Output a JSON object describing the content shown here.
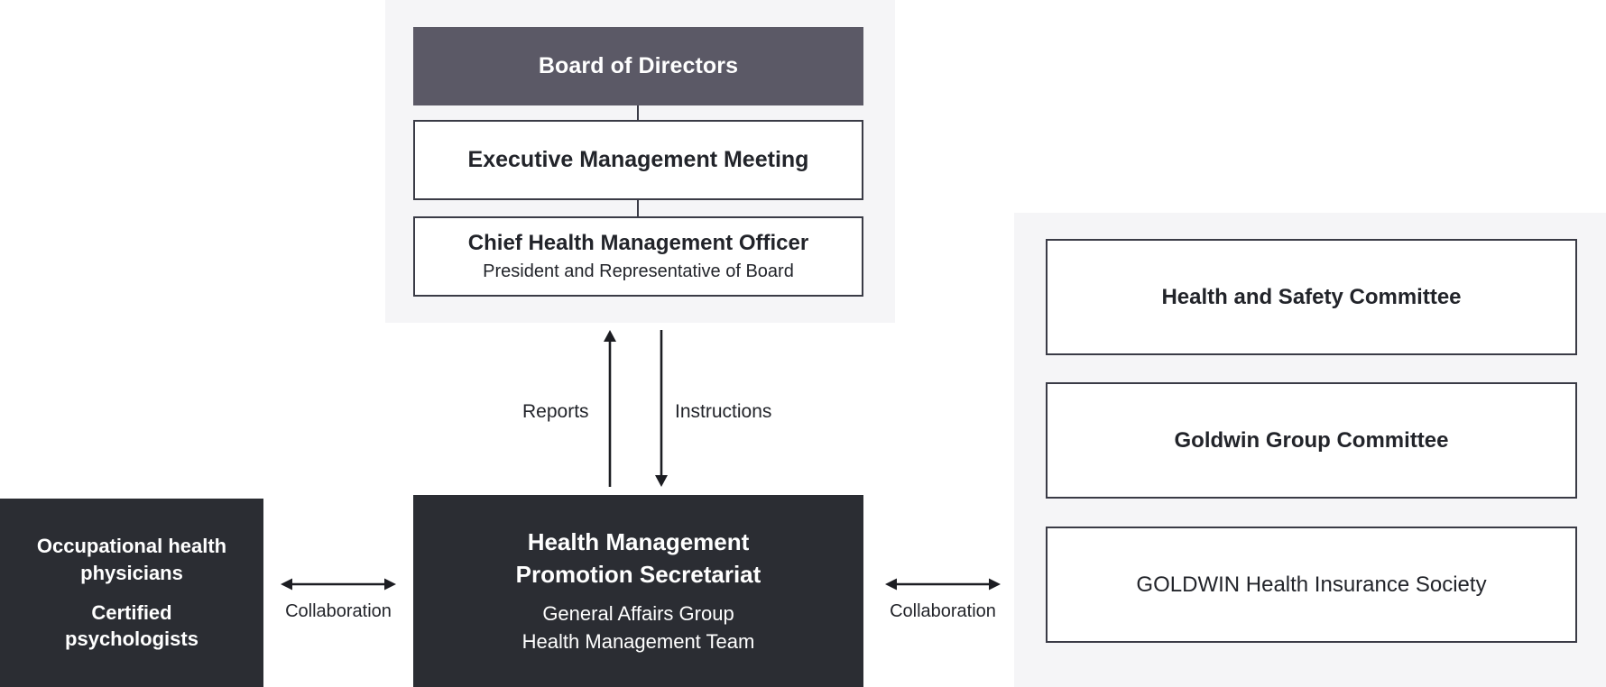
{
  "diagram": {
    "title_visible": false,
    "colors": {
      "panel_background": "#f5f5f7",
      "header_box_fill": "#5b5966",
      "solid_box_fill": "#2b2d33",
      "outline_box_border": "#3a3b46",
      "text_dark": "#22242a",
      "text_light": "#ffffff",
      "page_background": "#ffffff"
    },
    "governance": {
      "board": {
        "label": "Board of Directors"
      },
      "executive_meeting": {
        "label": "Executive Management Meeting"
      },
      "chief_officer": {
        "label": "Chief Health Management Officer",
        "sublabel": "President and Representative of Board"
      }
    },
    "flows": {
      "reports": {
        "label": "Reports",
        "direction": "up"
      },
      "instructions": {
        "label": "Instructions",
        "direction": "down"
      },
      "collaboration_left": {
        "label": "Collaboration",
        "direction": "both"
      },
      "collaboration_right": {
        "label": "Collaboration",
        "direction": "both"
      }
    },
    "external_advisors": {
      "lines": [
        "Occupational health",
        "physicians",
        "Certified",
        "psychologists"
      ]
    },
    "secretariat": {
      "title_lines": [
        "Health Management",
        "Promotion Secretariat"
      ],
      "sub_lines": [
        "General Affairs Group",
        "Health Management Team"
      ]
    },
    "committees": [
      {
        "label": "Health and Safety Committee",
        "emphasis": "bold"
      },
      {
        "label": "Goldwin Group Committee",
        "emphasis": "bold"
      },
      {
        "label": "GOLDWIN Health Insurance Society",
        "emphasis": "regular"
      }
    ]
  }
}
